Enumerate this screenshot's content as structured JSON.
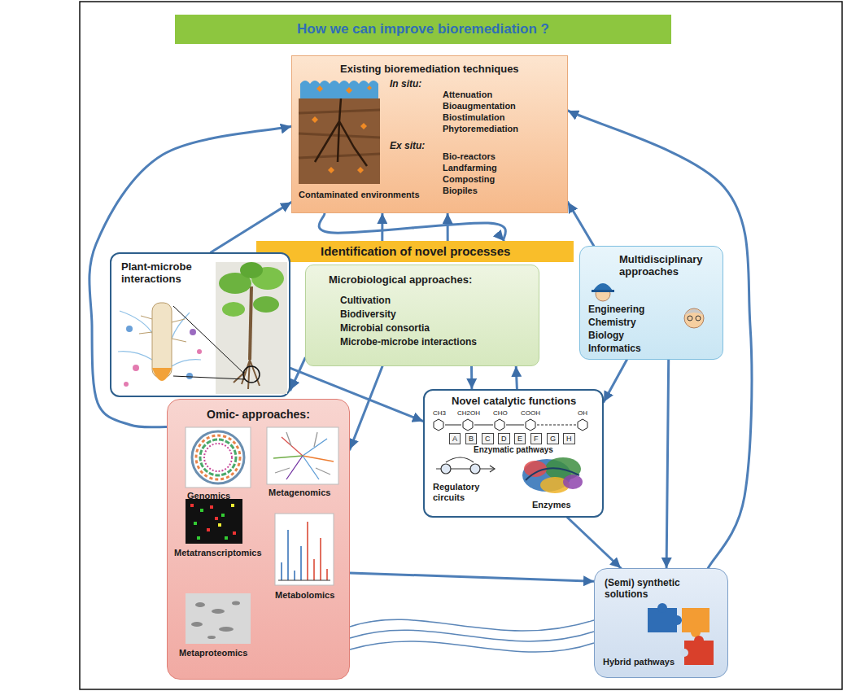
{
  "diagram": {
    "title": "How we can improve bioremediation ?",
    "nodes": [
      {
        "text": [
          "Existing bioremediation techniques",
          "In situ:",
          "Attenuation",
          "Bioaugmentation",
          "Biostimulation",
          "Phytoremediation",
          "Ex situ:",
          "Bio-reactors",
          "Landfarming",
          "Composting",
          "Biopiles",
          "Contaminated environments"
        ]
      },
      {
        "text": [
          "Identification of novel processes"
        ]
      },
      {
        "text": [
          "Plant-microbe interactions"
        ]
      },
      {
        "text": [
          "Microbiological approaches:",
          "Cultivation",
          "Biodiversity",
          "Microbial consortia",
          "Microbe-microbe interactions"
        ]
      },
      {
        "text": [
          "Multidisciplinary approaches",
          "Engineering",
          "Chemistry",
          "Biology",
          "Informatics"
        ]
      },
      {
        "text": [
          "Novel catalytic functions",
          "CH3",
          "CH2OH",
          "CHO",
          "COOH",
          "OH",
          "A",
          "B",
          "C",
          "D",
          "E",
          "F",
          "G",
          "H",
          "Enzymatic pathways",
          "Regulatory circuits",
          "Enzymes"
        ]
      },
      {
        "text": [
          "Omic- approaches:",
          "Genomics",
          "Metagenomics",
          "Metatranscriptomics",
          "Metabolomics",
          "Metaproteomics"
        ]
      },
      {
        "text": [
          "(Semi) synthetic solutions",
          "Hybrid pathways"
        ]
      }
    ],
    "edges": [
      {
        "from": 0,
        "to": 1,
        "arrow": "to"
      },
      {
        "from": 1,
        "to": 0,
        "arrow": "to"
      },
      {
        "from": 1,
        "to": 0,
        "arrow": "to"
      },
      {
        "from": 2,
        "to": 0,
        "arrow": "to"
      },
      {
        "from": 4,
        "to": 0,
        "arrow": "to"
      },
      {
        "from": 6,
        "to": 0,
        "arrow": "to"
      },
      {
        "from": 7,
        "to": 0,
        "arrow": "to"
      },
      {
        "from": 3,
        "to": 2,
        "arrow": "to"
      },
      {
        "from": 2,
        "to": 5,
        "arrow": "to"
      },
      {
        "from": 3,
        "to": 6,
        "arrow": "to"
      },
      {
        "from": 3,
        "to": 5,
        "arrow": "to"
      },
      {
        "from": 5,
        "to": 3,
        "arrow": "to"
      },
      {
        "from": 4,
        "to": 5,
        "arrow": "to"
      },
      {
        "from": 4,
        "to": 7,
        "arrow": "to"
      },
      {
        "from": 5,
        "to": 7,
        "arrow": "to"
      },
      {
        "from": 6,
        "to": 7,
        "arrow": "to"
      }
    ]
  }
}
